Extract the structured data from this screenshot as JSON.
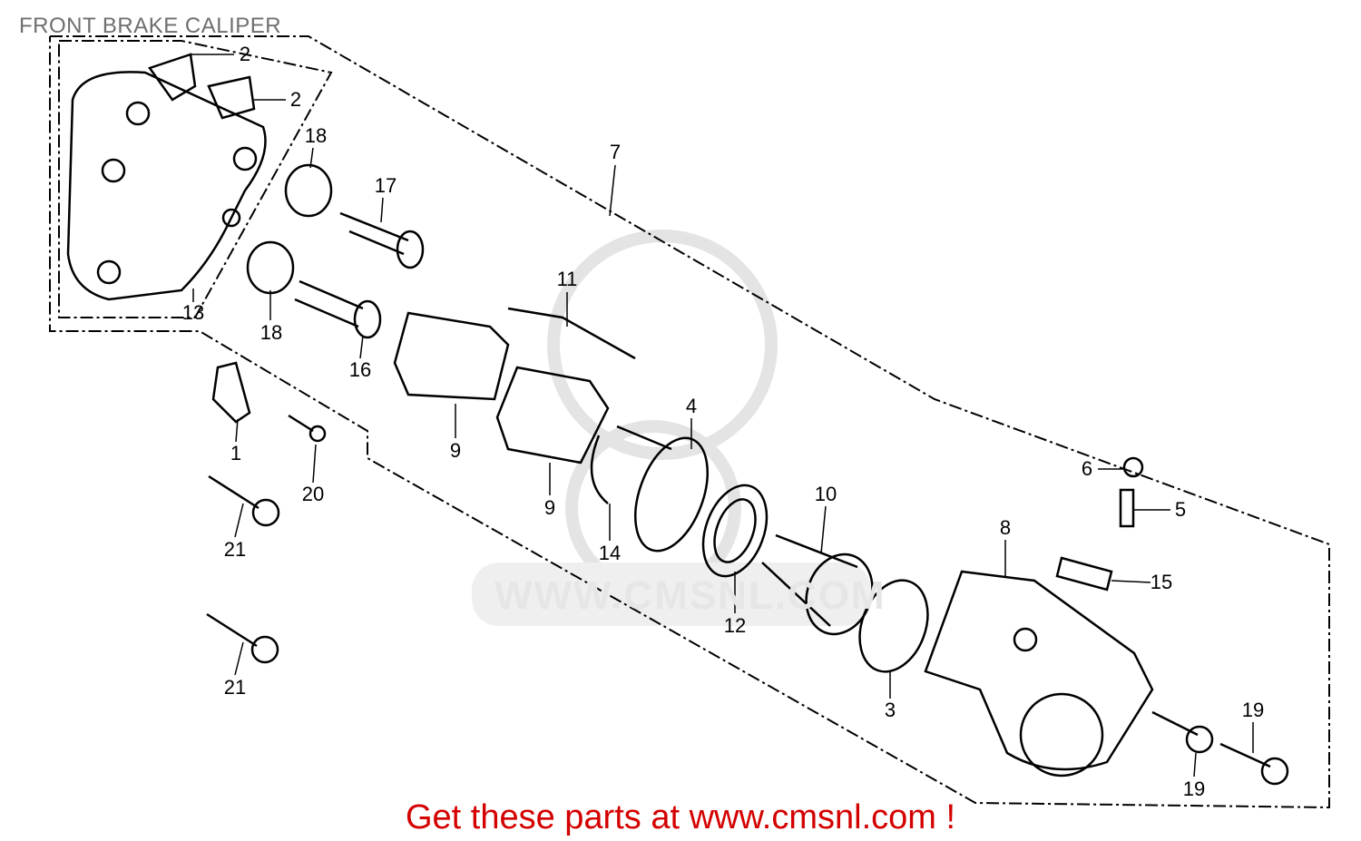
{
  "title": "FRONT BRAKE CALIPER",
  "footer": "Get these parts at www.cmsnl.com !",
  "watermark": "WWW.CMSNL.COM",
  "callouts": [
    "2",
    "2",
    "18",
    "17",
    "7",
    "13",
    "18",
    "16",
    "11",
    "1",
    "20",
    "9",
    "9",
    "4",
    "14",
    "10",
    "12",
    "21",
    "21",
    "6",
    "5",
    "8",
    "15",
    "3",
    "19",
    "19"
  ],
  "colors": {
    "footer": "#d40000",
    "title": "#6e6e6e"
  }
}
